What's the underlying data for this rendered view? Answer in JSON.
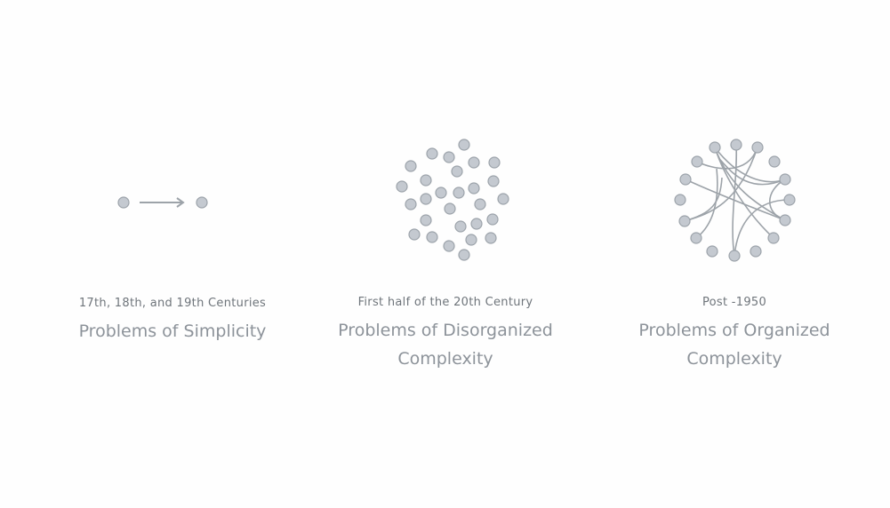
{
  "panels": [
    {
      "era": "17th, 18th, and 19th Centuries",
      "title": "Problems of Simplicity",
      "icon": "two-nodes-arrow"
    },
    {
      "era": "First half of the 20th Century",
      "title": "Problems of Disorganized Complexity",
      "icon": "scattered-nodes"
    },
    {
      "era": "Post -1950",
      "title": "Problems of Organized Complexity",
      "icon": "connected-network"
    }
  ],
  "colors": {
    "node_fill": "#c4c9d0",
    "node_stroke": "#9ca3aa",
    "edge": "#9da3a9",
    "text": "#8d939a"
  }
}
